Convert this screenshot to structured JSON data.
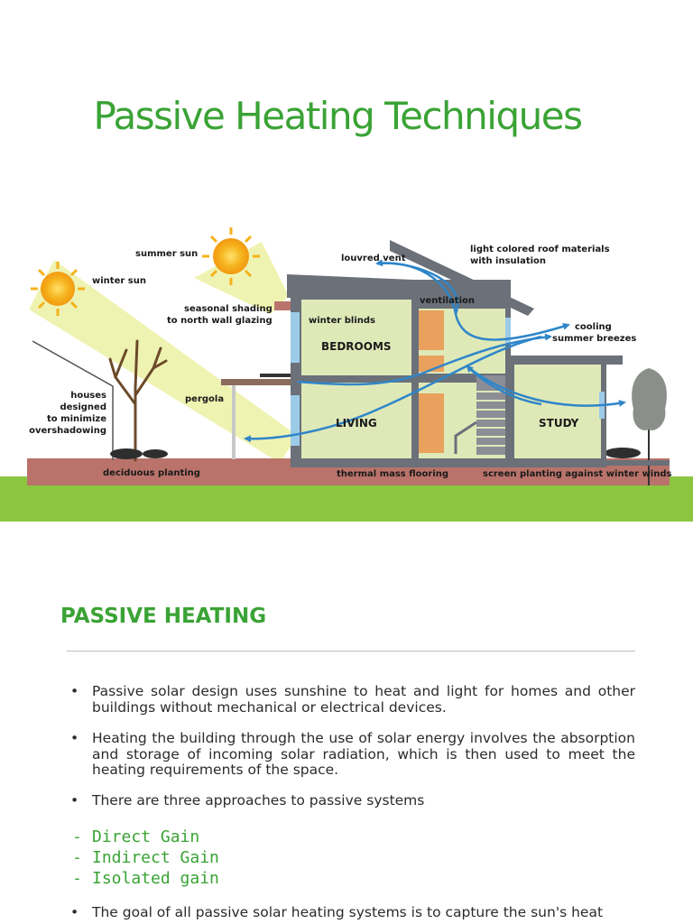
{
  "slide": {
    "title": "Passive Heating Techniques"
  },
  "diagram": {
    "labels": {
      "summer_sun": "summer sun",
      "winter_sun": "winter sun",
      "louvred_vent": "louvred vent",
      "roof_line1": "light colored roof materials",
      "roof_line2": "with insulation",
      "ventilation": "ventilation",
      "shading_line1": "seasonal shading",
      "shading_line2": "to north wall glazing",
      "winter_blinds": "winter blinds",
      "cooling_line1": "cooling",
      "cooling_line2": "summer breezes",
      "houses_line1": "houses",
      "houses_line2": "designed",
      "houses_line3": "to minimize",
      "houses_line4": "overshadowing",
      "pergola": "pergola",
      "deciduous_planting": "deciduous planting",
      "thermal_mass_flooring": "thermal mass flooring",
      "screen_planting": "screen planting against winter winds"
    },
    "rooms": {
      "bedrooms": "BEDROOMS",
      "living": "LIVING",
      "study": "STUDY"
    }
  },
  "content": {
    "heading": "PASSIVE HEATING",
    "bullet_symbol": "•",
    "bullets": [
      "Passive solar design uses sunshine to heat and light for homes and other buildings without mechanical or electrical devices.",
      "Heating the building through the use of solar energy involves the absorption and storage of incoming solar radiation, which is then used to meet the heating requirements of the space.",
      "There are three approaches to passive systems",
      "The goal of all passive solar heating systems is to capture the sun's heat"
    ],
    "approach_dash": "-",
    "approaches": [
      "Direct Gain",
      "Indirect Gain",
      "Isolated gain"
    ]
  },
  "colors": {
    "accent_green": "#3aa335",
    "grass": "#8cc640",
    "ground": "#b9736a",
    "wall": "#6b7079",
    "room_fill": "#dfe9b8",
    "sun": "#f5b21b",
    "arrow": "#2f86c8",
    "sunbeam": "#eef2ad"
  }
}
